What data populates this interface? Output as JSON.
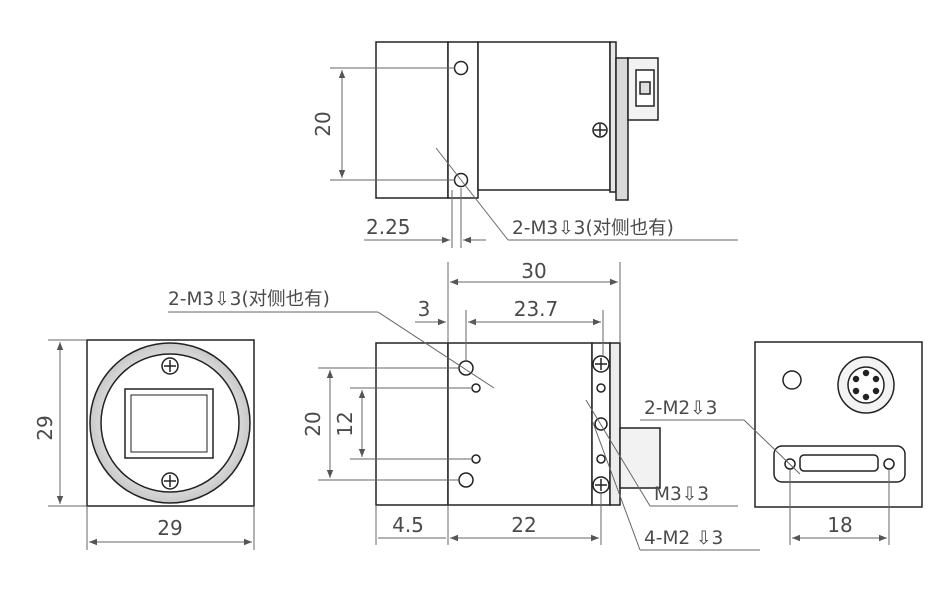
{
  "top_view": {
    "dim_height": "20",
    "dim_offset": "2.25",
    "note_holes": "2-M3⇩3(对侧也有)"
  },
  "front_view": {
    "dim_width": "29",
    "dim_height": "29"
  },
  "side_view": {
    "dim_total_length": "30",
    "dim_hole_span": "23.7",
    "dim_offset_3": "3",
    "dim_hole_height_20": "20",
    "dim_hole_height_12": "12",
    "dim_offset_4_5": "4.5",
    "dim_hole_span_22": "22",
    "note_holes_top": "2-M3⇩3(对侧也有)",
    "note_m3": "M3⇩3",
    "note_m2": "4-M2 ⇩3"
  },
  "rear_view": {
    "note_holes": "2-M2⇩3",
    "dim_hole_span": "18"
  }
}
